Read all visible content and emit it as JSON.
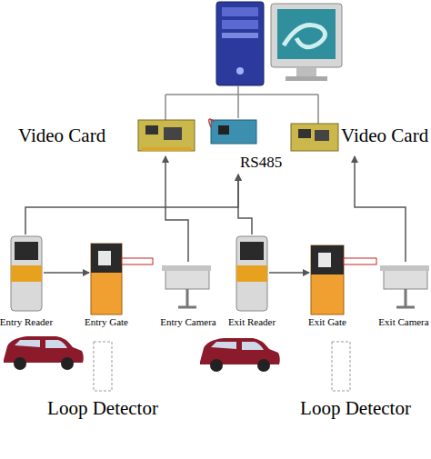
{
  "diagram": {
    "nodes": [
      {
        "text": [
          "Video Card"
        ]
      },
      {
        "text": [
          "RS485"
        ]
      },
      {
        "text": [
          "Video Card"
        ]
      },
      {
        "text": [
          "Entry Reader"
        ]
      },
      {
        "text": [
          "Entry Gate"
        ]
      },
      {
        "text": [
          "Entry Camera"
        ]
      },
      {
        "text": [
          "Exit Reader"
        ]
      },
      {
        "text": [
          "Exit Gate"
        ]
      },
      {
        "text": [
          "Exit Camera"
        ]
      },
      {
        "text": [
          "Loop Detector"
        ]
      },
      {
        "text": [
          "Loop Detector"
        ]
      }
    ],
    "edges": [
      {
        "from": 3,
        "to": 4,
        "arrow": "to"
      },
      {
        "from": 6,
        "to": 7,
        "arrow": "to"
      },
      {
        "from": 3,
        "to": 1,
        "arrow": "to"
      },
      {
        "from": 6,
        "to": 1,
        "arrow": "to"
      },
      {
        "from": 5,
        "to": 0,
        "arrow": "to"
      },
      {
        "from": 8,
        "to": 2,
        "arrow": "to"
      }
    ]
  }
}
